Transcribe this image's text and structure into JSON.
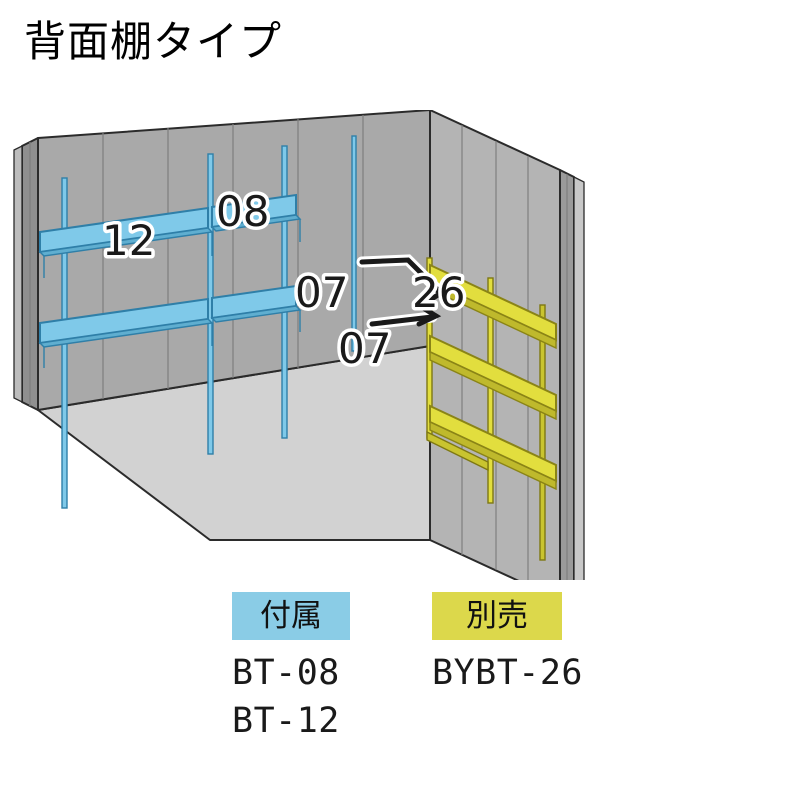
{
  "page": {
    "title": "背面棚タイプ",
    "background_color": "#FFFFFF"
  },
  "diagram": {
    "name": "storage-shed-isometric-cutaway",
    "description_labels": {
      "back_shelf_long": "12",
      "back_shelf_short": "08",
      "side_shelf_upper": "07",
      "side_shelf_lower": "07",
      "side_shelf_set": "26"
    },
    "colors": {
      "wall_back": "#A9A9A9",
      "wall_back_dark": "#9B9B9B",
      "wall_side": "#B4B4B4",
      "wall_side_dark": "#8F8F8F",
      "floor": "#D2D2D2",
      "outline": "#2B2B2B",
      "shelf_included_fill": "#7FC9E9",
      "shelf_included_edge": "#2F7FA8",
      "shelf_included_frame": "#4E8FB5",
      "shelf_optional_fill": "#E2DE3E",
      "shelf_optional_edge": "#8A8416",
      "shelf_optional_frame": "#9A9320",
      "label_text": "#1A1A1A",
      "label_outline": "#FFFFFF"
    }
  },
  "legend": {
    "included": {
      "badge_label": "付属",
      "badge_color": "#8ACCE6",
      "codes": [
        "BT-08",
        "BT-12"
      ]
    },
    "optional": {
      "badge_label": "別売",
      "badge_color": "#DCD84B",
      "codes": [
        "BYBT-26"
      ]
    }
  }
}
